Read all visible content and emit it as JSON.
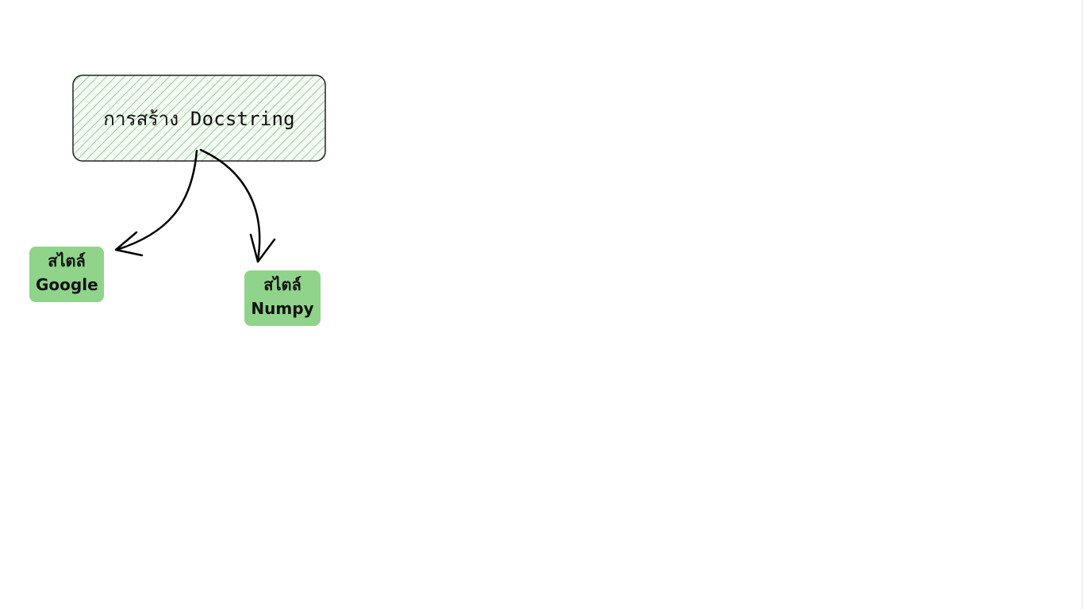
{
  "diagram": {
    "main_node": {
      "label": "การสร้าง Docstring",
      "fill_color": "#8fd48a",
      "hatch_color": "#7cc478",
      "border_color": "#222222"
    },
    "children": [
      {
        "line1": "สไตล์",
        "line2": "Google"
      },
      {
        "line1": "สไตล์",
        "line2": "Numpy"
      }
    ],
    "child_color": "#8fd48a",
    "arrow_color": "#000000"
  }
}
